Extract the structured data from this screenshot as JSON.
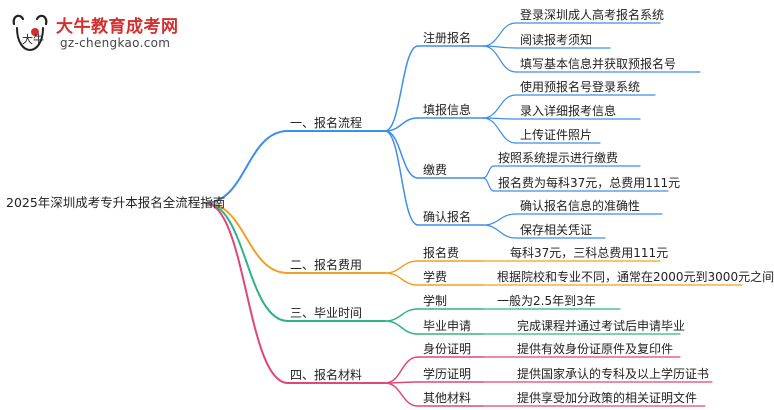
{
  "logo": {
    "name": "大牛教育成考网",
    "url": "gz-chengkao.com",
    "mark_text": "大牛"
  },
  "colors": {
    "blue": "#3d8fe8",
    "orange": "#f2a020",
    "green": "#2fb38a",
    "pink": "#e0457e"
  },
  "root": {
    "label": "2025年深圳成考专升本报名全流程指南"
  },
  "branches": [
    {
      "label": "一、报名流程",
      "color_key": "blue",
      "children": [
        {
          "label": "注册报名",
          "leaves": [
            "登录深圳成人高考报名系统",
            "阅读报考须知",
            "填写基本信息并获取预报名号"
          ]
        },
        {
          "label": "填报信息",
          "leaves": [
            "使用预报名号登录系统",
            "录入详细报考信息",
            "上传证件照片"
          ]
        },
        {
          "label": "缴费",
          "leaves": [
            "按照系统提示进行缴费",
            "报名费为每科37元，总费用111元"
          ]
        },
        {
          "label": "确认报名",
          "leaves": [
            "确认报名信息的准确性",
            "保存相关凭证"
          ]
        }
      ]
    },
    {
      "label": "二、报名费用",
      "color_key": "orange",
      "children": [
        {
          "label": "报名费",
          "leaves": [
            "每科37元，三科总费用111元"
          ]
        },
        {
          "label": "学费",
          "leaves": [
            "根据院校和专业不同，通常在2000元到3000元之间"
          ]
        }
      ]
    },
    {
      "label": "三、毕业时间",
      "color_key": "green",
      "children": [
        {
          "label": "学制",
          "leaves": [
            "一般为2.5年到3年"
          ]
        },
        {
          "label": "毕业申请",
          "leaves": [
            "完成课程并通过考试后申请毕业"
          ]
        }
      ]
    },
    {
      "label": "四、报名材料",
      "color_key": "pink",
      "children": [
        {
          "label": "身份证明",
          "leaves": [
            "提供有效身份证原件及复印件"
          ]
        },
        {
          "label": "学历证明",
          "leaves": [
            "提供国家承认的专科及以上学历证书"
          ]
        },
        {
          "label": "其他材料",
          "leaves": [
            "提供享受加分政策的相关证明文件"
          ]
        }
      ]
    }
  ]
}
